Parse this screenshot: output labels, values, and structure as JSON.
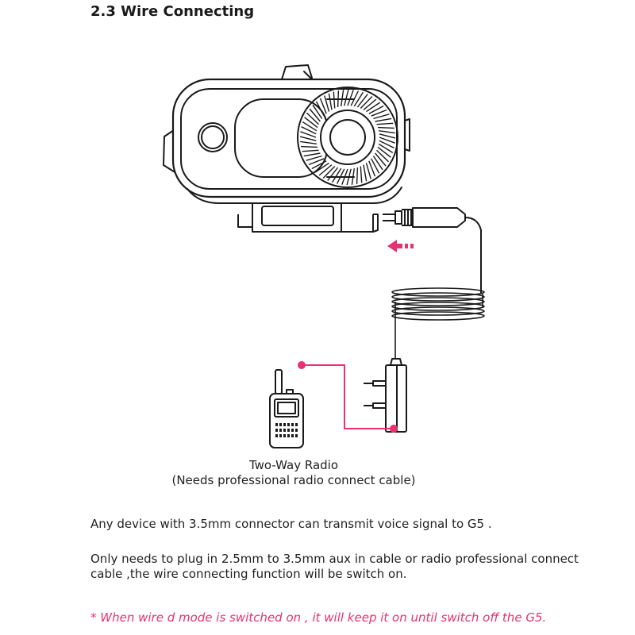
{
  "heading": "2.3 Wire Connecting",
  "figure": {
    "radio_caption": "Two-Way Radio",
    "radio_subcaption": "(Needs professional radio connect cable)",
    "accent_color": "#e8316f",
    "line_color": "#1a1a1a"
  },
  "body": {
    "paragraph_1": "Any device with 3.5mm connector can transmit voice signal to G5 .",
    "paragraph_2": "Only needs to plug in 2.5mm to 3.5mm aux in cable or radio professional connect cable ,the wire connecting function will be switch on."
  },
  "note": "* When wire d mode is switched on , it will keep it on until switch off the G5."
}
